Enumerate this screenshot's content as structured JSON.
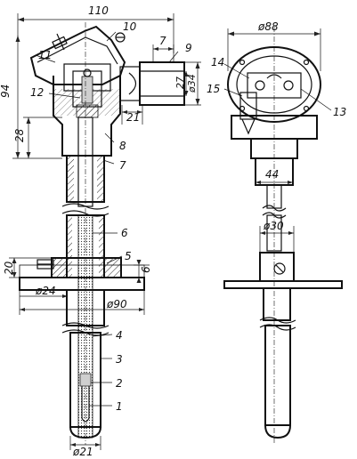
{
  "dimensions": {
    "d110": "110",
    "d94": "94",
    "d28": "28",
    "d7": "7",
    "d21_top": "21",
    "d27": "27",
    "d34": "ø34",
    "d88": "ø88",
    "d44": "44",
    "d30": "ø30",
    "d20": "20",
    "d6": "6",
    "d24": "ø24",
    "d90": "ø90",
    "d21_bottom": "ø21"
  },
  "parts": {
    "p1": "1",
    "p2": "2",
    "p3": "3",
    "p4": "4",
    "p5": "5",
    "p6": "6",
    "p7": "7",
    "p8": "8",
    "p9": "9",
    "p10": "10",
    "p11": "11",
    "p12": "12",
    "p13": "13",
    "p14": "14",
    "p15": "15"
  }
}
